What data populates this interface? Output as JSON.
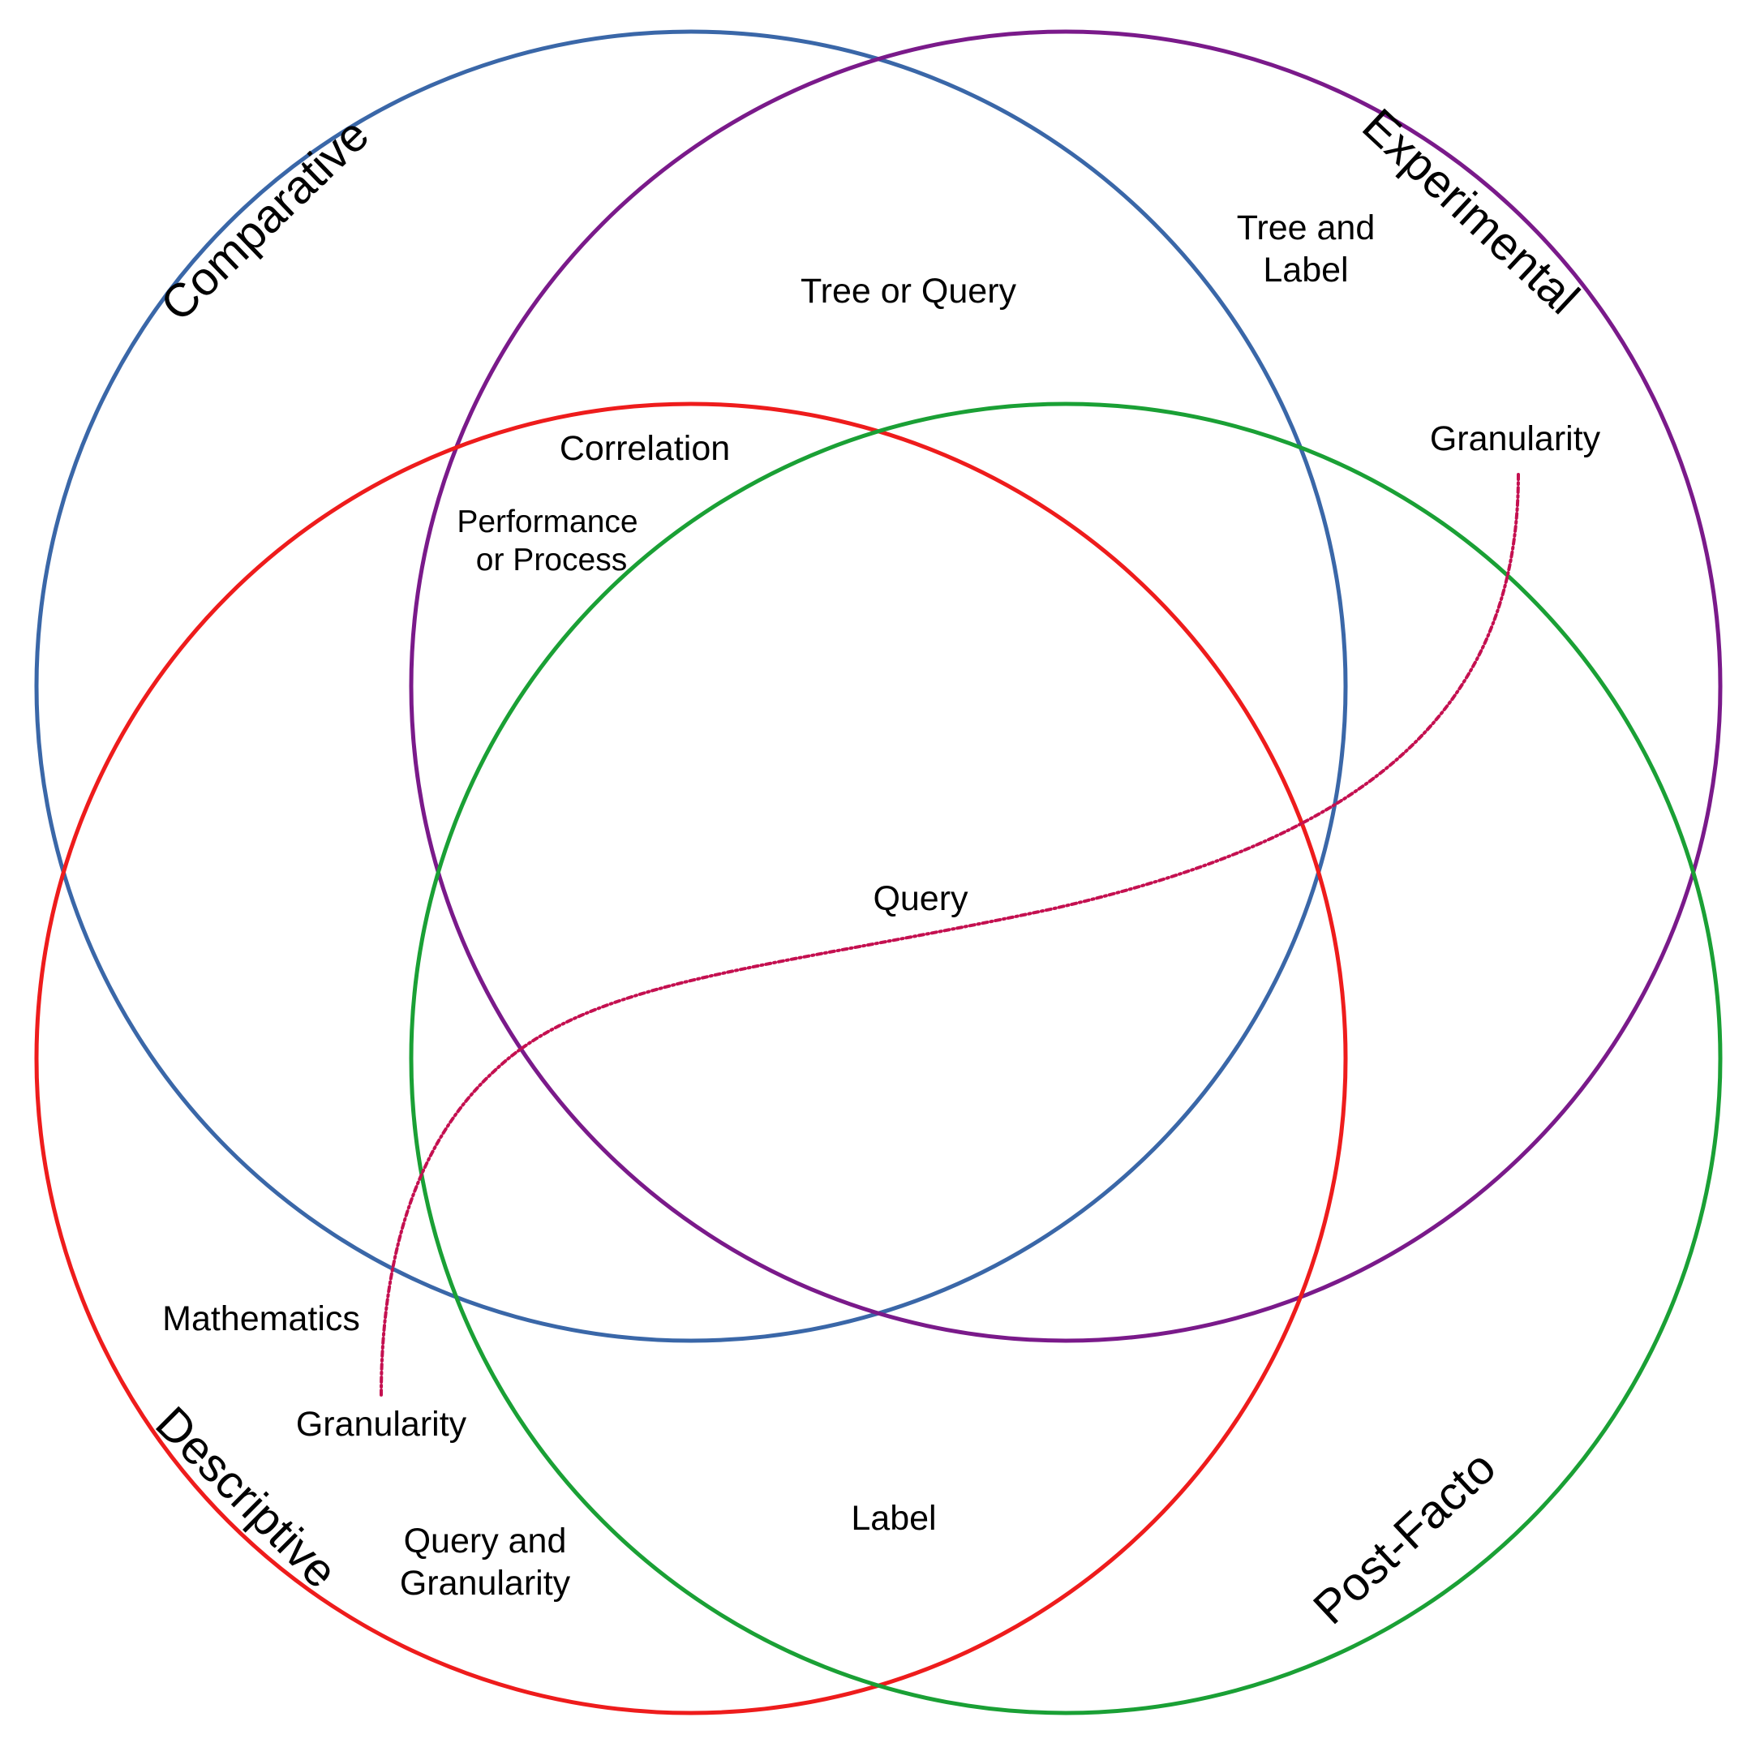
{
  "colors": {
    "comparative": "#3a67a8",
    "experimental": "#7a1a8a",
    "descriptive": "#ee1c1c",
    "post_facto": "#1aa035",
    "granularity_curve": "#c41050",
    "text": "#000000"
  },
  "sets": {
    "comparative": "Comparative",
    "experimental": "Experimental",
    "descriptive": "Descriptive",
    "post_facto": "Post-Facto"
  },
  "regions": {
    "tree_or_query": "Tree or Query",
    "tree_and_label_1": "Tree and",
    "tree_and_label_2": "Label",
    "granularity_experimental": "Granularity",
    "correlation": "Correlation",
    "performance_1": "Performance",
    "performance_2": "or Process",
    "query": "Query",
    "mathematics": "Mathematics",
    "granularity_descriptive": "Granularity",
    "query_and_granularity_1": "Query and",
    "query_and_granularity_2": "Granularity",
    "label": "Label"
  }
}
